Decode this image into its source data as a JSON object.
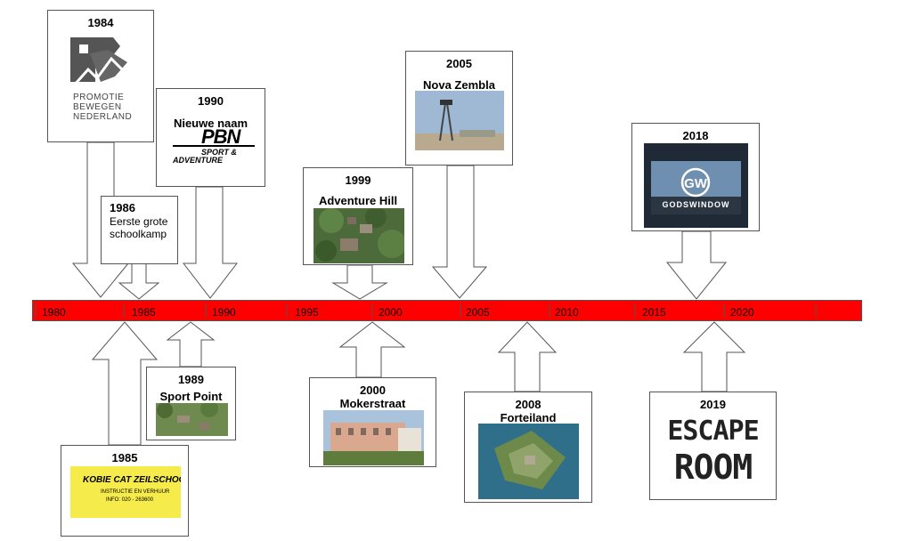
{
  "axis": {
    "ticks": [
      "1980",
      "1985",
      "1990",
      "1995",
      "2000",
      "2005",
      "2010",
      "2015",
      "2020"
    ],
    "color": "#ff0000"
  },
  "events": {
    "e1984": {
      "year": "1984",
      "logo": [
        "PROMOTIE",
        "BEWEGEN",
        "NEDERLAND"
      ]
    },
    "e1985": {
      "year": "1985",
      "logo_name": "KOBIE CAT ZEILSCHOOL",
      "logo_line1": "INSTRUCTIE EN VERHUUR",
      "logo_line2": "INFO: 020 - 263600"
    },
    "e1986": {
      "year": "1986",
      "text": "Eerste grote schoolkamp"
    },
    "e1989": {
      "year": "1989",
      "title": "Sport Point"
    },
    "e1990": {
      "year": "1990",
      "title": "Nieuwe naam",
      "logo_main": "PBN",
      "logo_sub1": "SPORT &",
      "logo_sub2": "ADVENTURE"
    },
    "e1999": {
      "year": "1999",
      "title": "Adventure Hill"
    },
    "e2000": {
      "year": "2000",
      "title": "Mokerstraat"
    },
    "e2005": {
      "year": "2005",
      "title": "Nova Zembla"
    },
    "e2008": {
      "year": "2008",
      "title": "Forteiland"
    },
    "e2018": {
      "year": "2018",
      "logo": "GODSWINDOW"
    },
    "e2019": {
      "year": "2019",
      "logo_line1": "ESCAPE",
      "logo_line2": "ROOM"
    }
  }
}
